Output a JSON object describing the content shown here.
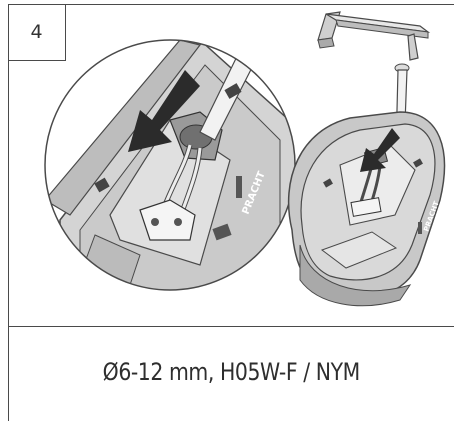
{
  "step": {
    "number": "4"
  },
  "caption": {
    "text": "Ø6-12 mm, H05W-F / NYM"
  },
  "labels": {
    "brand_zoom": "PRACHT",
    "brand_luminaire": "PRACHT"
  },
  "colors": {
    "line": "#4a4a4a",
    "housing": "#d0d0d0",
    "dark": "#2b2b2b"
  }
}
